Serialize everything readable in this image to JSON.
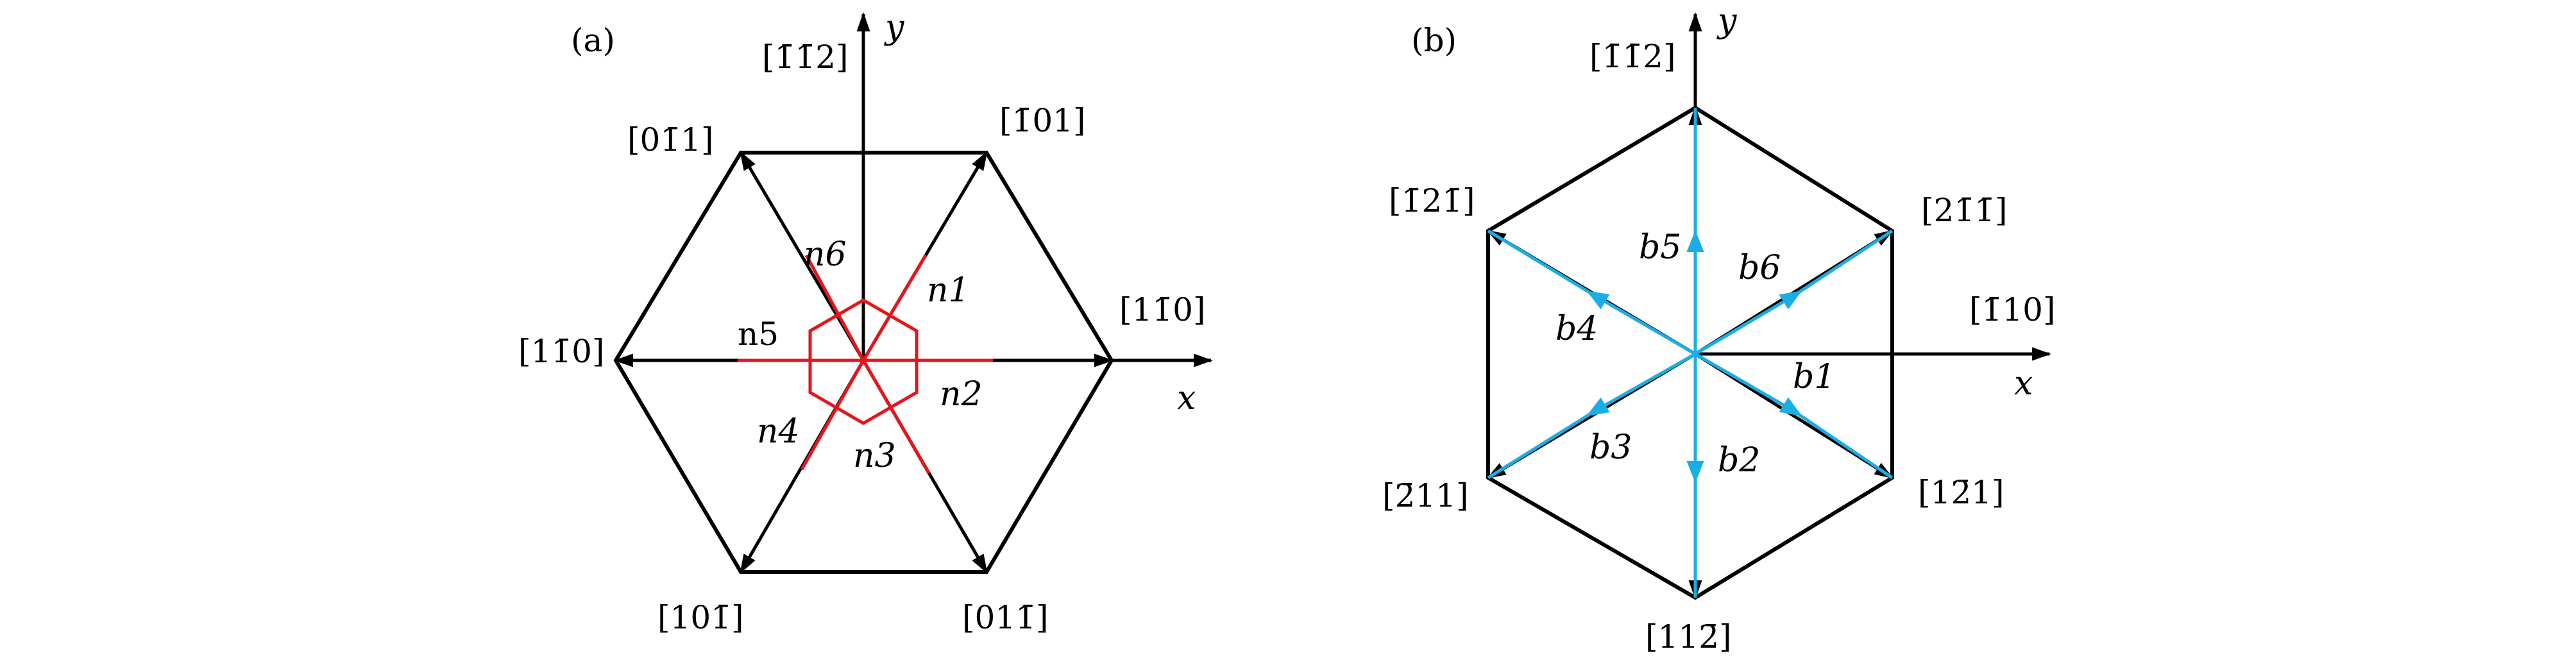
{
  "colors": {
    "outline": "#000000",
    "normals": "#e8141c",
    "burgers": "#19aee6"
  },
  "panel_a": {
    "label": "(a)",
    "axis_x": "x",
    "axis_y": "y",
    "top_label": "[1̄1̄2]",
    "vertex_labels": {
      "upper_right": "[1̄01]",
      "right": "[11̄0]",
      "lower_right": "[011̄]",
      "lower_left": "[101̄]",
      "left": "[11̄0]",
      "upper_left": "[01̄1]"
    },
    "normal_labels": [
      "n1",
      "n2",
      "n3",
      "n4",
      "n5",
      "n6"
    ]
  },
  "panel_b": {
    "label": "(b)",
    "axis_x": "x",
    "axis_y": "y",
    "x_axis_label": "[1̄10]",
    "vertex_labels": {
      "top": "[1̄1̄2]",
      "upper_right": "[21̄1̄]",
      "lower_right": "[12̄1]",
      "bottom": "[112̄]",
      "lower_left": "[2̄11]",
      "upper_left": "[1̄21̄]"
    },
    "burgers_labels": [
      "b1",
      "b2",
      "b3",
      "b4",
      "b5",
      "b6"
    ]
  }
}
